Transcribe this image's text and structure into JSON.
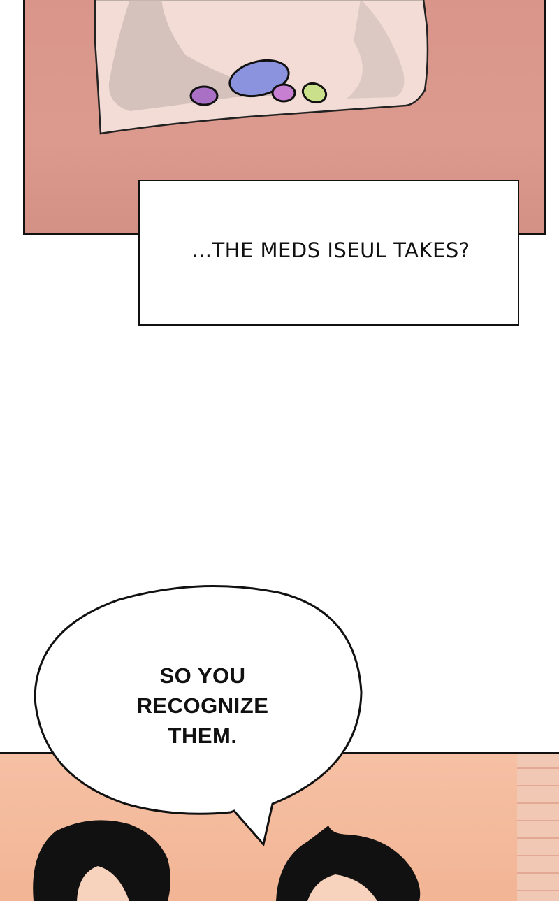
{
  "caption": {
    "text": "...THE MEDS ISEUL TAKES?"
  },
  "speech_bubble": {
    "lines": [
      "SO YOU",
      "RECOGNIZE",
      "THEM."
    ]
  },
  "colors": {
    "top_panel_bg": "#d9958a",
    "bottom_panel_bg": "#f6c0a4",
    "pill_purple": "#a970c6",
    "pill_blue": "#8b92de",
    "pill_pink": "#c67fd1",
    "pill_green": "#cbe08a",
    "hair": "#111111"
  }
}
